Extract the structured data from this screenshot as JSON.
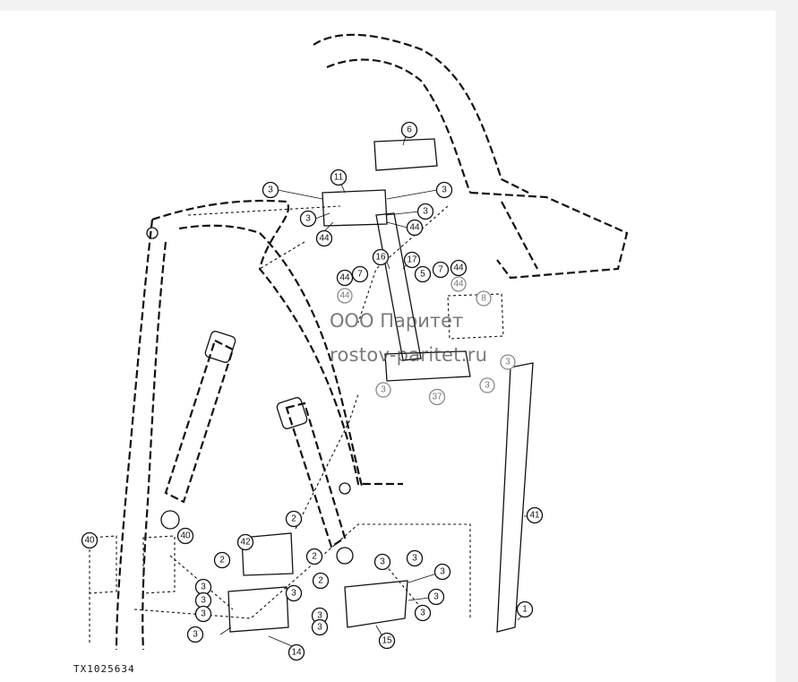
{
  "watermark": {
    "company": "ООО Паритет",
    "website": "rostov-paritet.ru"
  },
  "figure_code": "TX1025634",
  "callouts": [
    {
      "label": "6"
    },
    {
      "label": "11"
    },
    {
      "label": "3"
    },
    {
      "label": "3"
    },
    {
      "label": "3"
    },
    {
      "label": "3"
    },
    {
      "label": "44"
    },
    {
      "label": "44"
    },
    {
      "label": "16"
    },
    {
      "label": "17"
    },
    {
      "label": "44"
    },
    {
      "label": "7"
    },
    {
      "label": "5"
    },
    {
      "label": "7"
    },
    {
      "label": "44"
    },
    {
      "label": "44"
    },
    {
      "label": "44"
    },
    {
      "label": "8"
    },
    {
      "label": "3"
    },
    {
      "label": "3"
    },
    {
      "label": "3"
    },
    {
      "label": "37"
    },
    {
      "label": "41"
    },
    {
      "label": "1"
    },
    {
      "label": "40"
    },
    {
      "label": "40"
    },
    {
      "label": "2"
    },
    {
      "label": "42"
    },
    {
      "label": "2"
    },
    {
      "label": "2"
    },
    {
      "label": "2"
    },
    {
      "label": "3"
    },
    {
      "label": "3"
    },
    {
      "label": "3"
    },
    {
      "label": "3"
    },
    {
      "label": "3"
    },
    {
      "label": "3"
    },
    {
      "label": "3"
    },
    {
      "label": "3"
    },
    {
      "label": "3"
    },
    {
      "label": "3"
    },
    {
      "label": "3"
    },
    {
      "label": "3"
    },
    {
      "label": "15"
    },
    {
      "label": "14"
    }
  ]
}
